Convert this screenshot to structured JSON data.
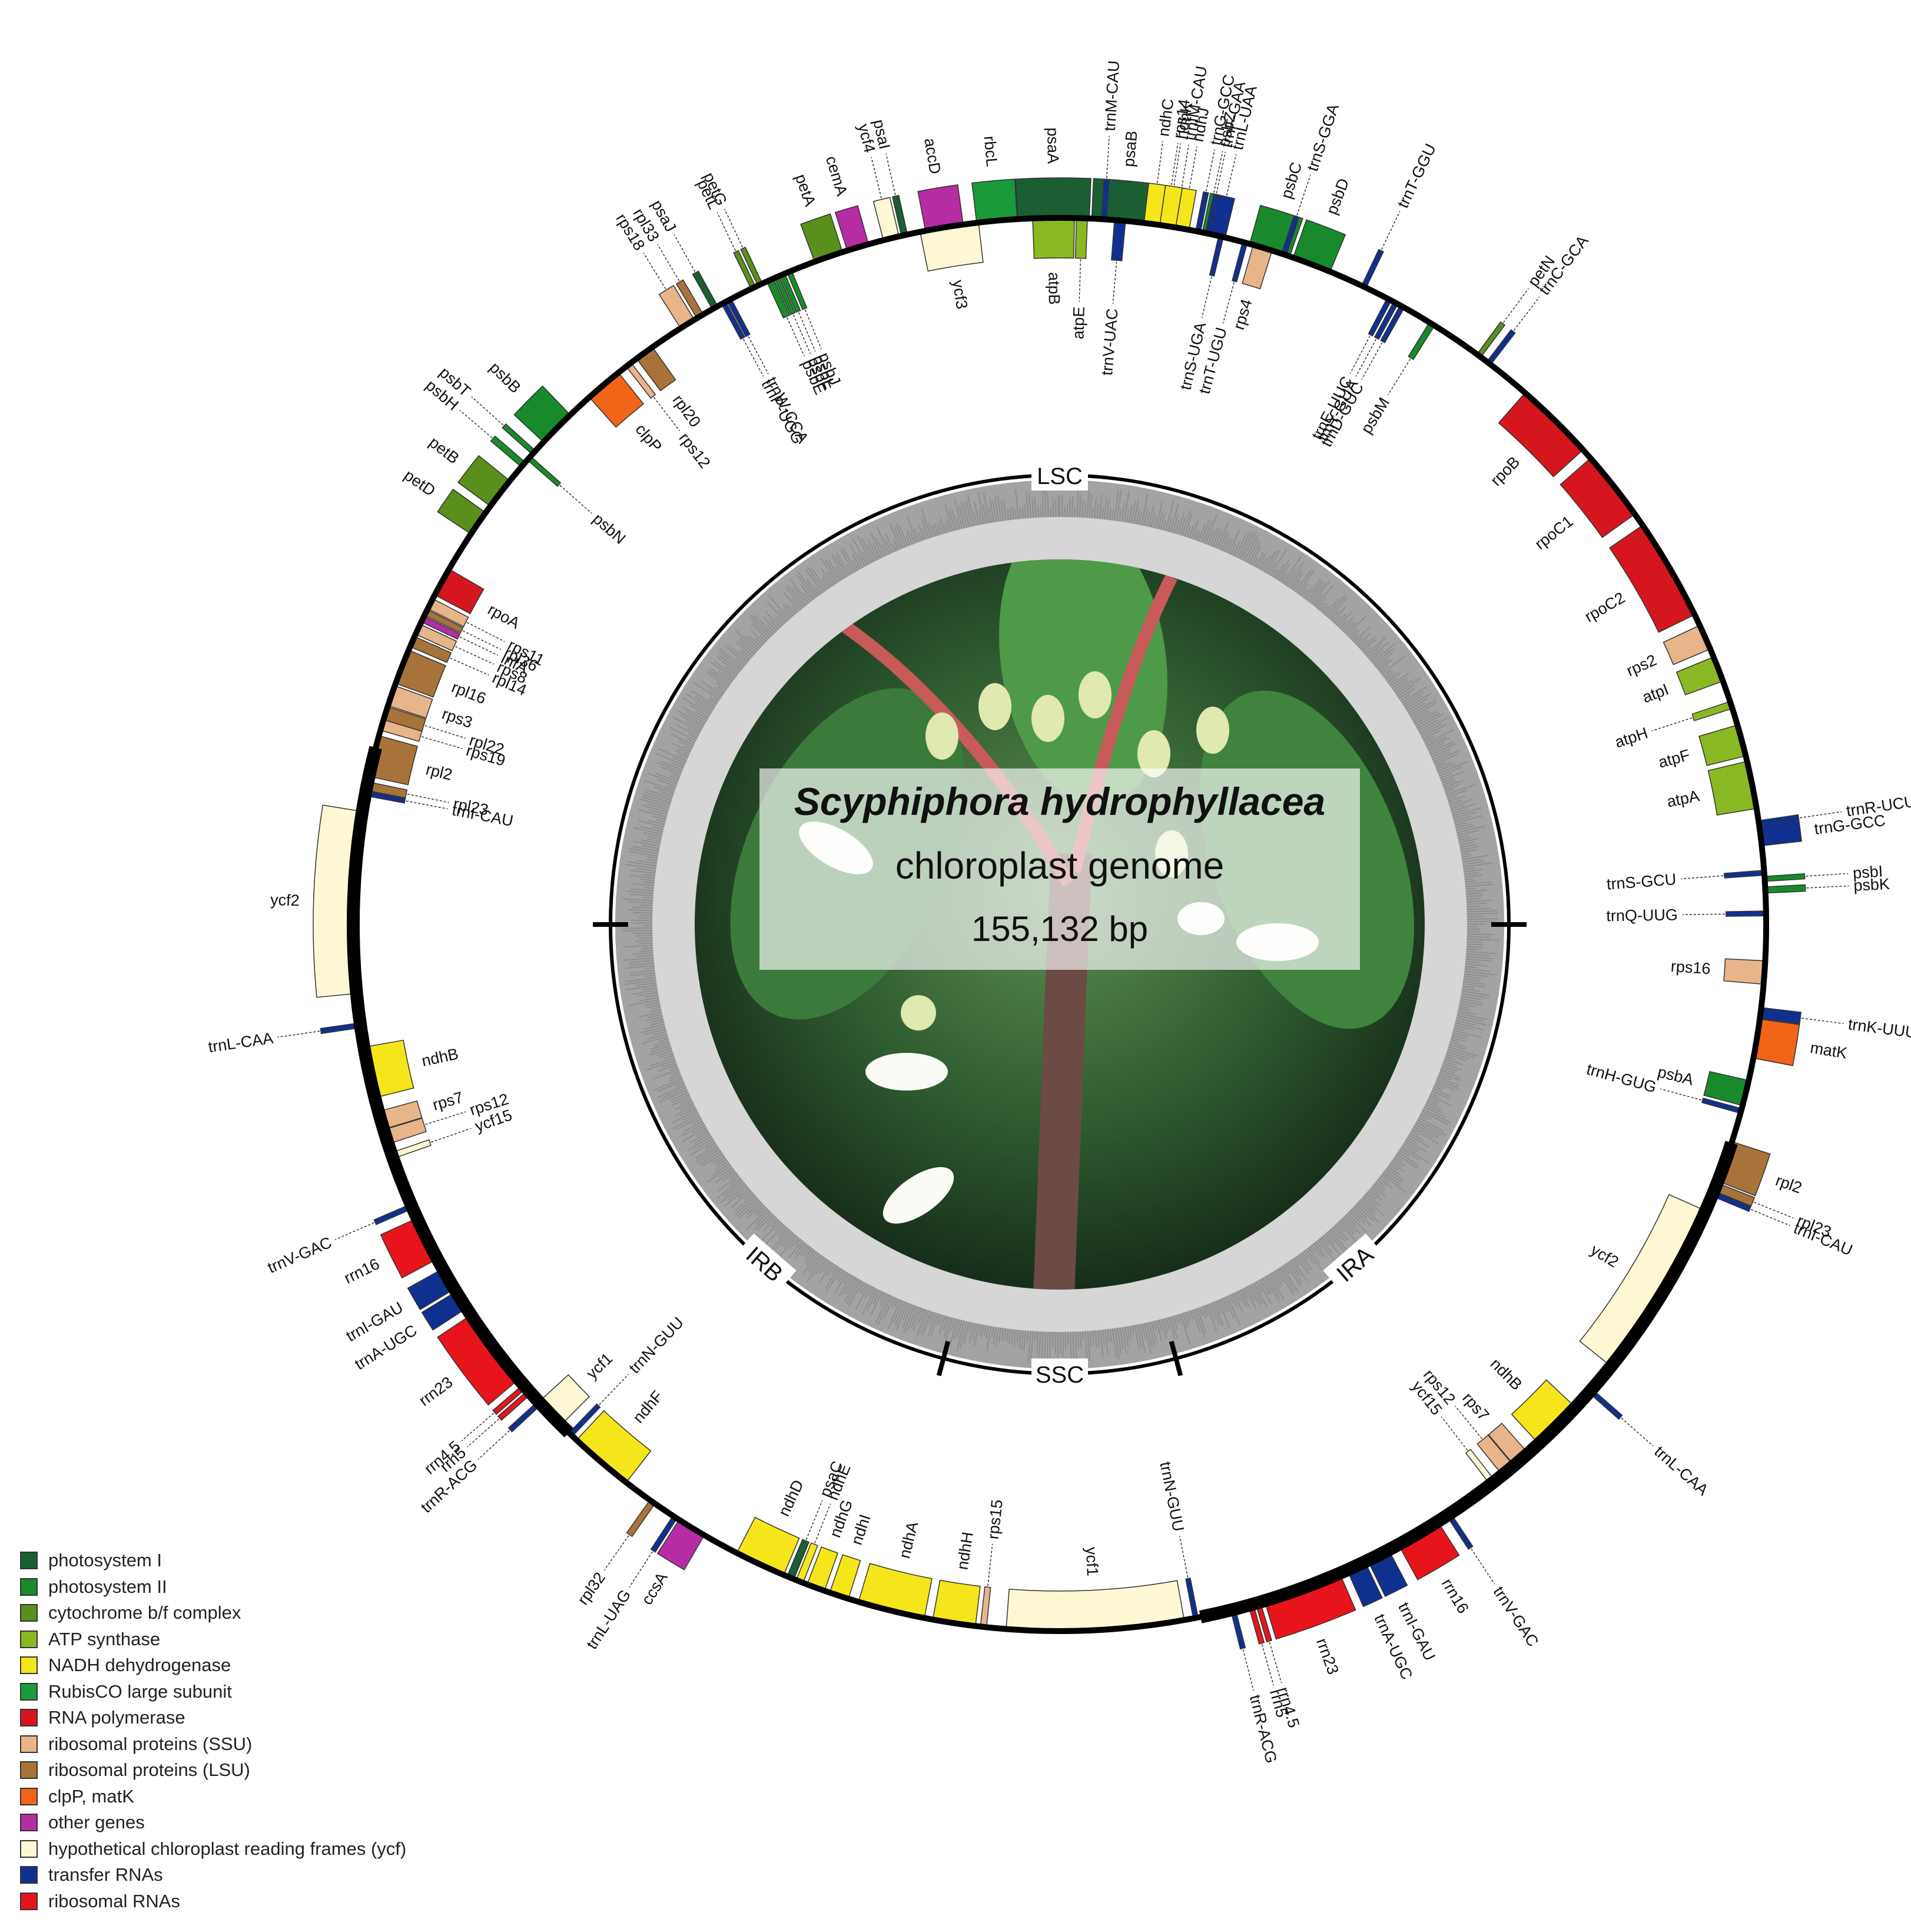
{
  "title": {
    "species": "Scyphiphora hydrophyllacea",
    "subtitle": "chloroplast genome",
    "length": "155,132 bp"
  },
  "regions": {
    "lsc": "LSC",
    "ssc": "SSC",
    "ira": "IRA",
    "irb": "IRB"
  },
  "legend": [
    {
      "category": "photosystem I",
      "color": "#1b5e33"
    },
    {
      "category": "photosystem II",
      "color": "#188a2b"
    },
    {
      "category": "cytochrome b/f complex",
      "color": "#5a8f1c"
    },
    {
      "category": "ATP synthase",
      "color": "#8ab822"
    },
    {
      "category": "NADH dehydrogenase",
      "color": "#f5e61b"
    },
    {
      "category": "RubisCO large subunit",
      "color": "#1a9a3a"
    },
    {
      "category": "RNA polymerase",
      "color": "#d6161f"
    },
    {
      "category": "ribosomal proteins (SSU)",
      "color": "#e8b48a"
    },
    {
      "category": "ribosomal proteins (LSU)",
      "color": "#a8733a"
    },
    {
      "category": "clpP, matK",
      "color": "#f26418"
    },
    {
      "category": "other genes",
      "color": "#b62da3"
    },
    {
      "category": "hypothetical chloroplast reading frames (ycf)",
      "color": "#fdf7d3"
    },
    {
      "category": "transfer RNAs",
      "color": "#10308f"
    },
    {
      "category": "ribosomal RNAs",
      "color": "#e8141c"
    }
  ],
  "genes": [
    {
      "name": "ycf3",
      "cat": 11,
      "angle": -9,
      "arc": 4.8,
      "side": "in"
    },
    {
      "name": "psaA",
      "cat": 0,
      "angle": -0.5,
      "arc": 5.8,
      "side": "out"
    },
    {
      "name": "psaB",
      "cat": 0,
      "angle": 5.2,
      "arc": 5.2,
      "side": "out"
    },
    {
      "name": "rps14",
      "cat": 7,
      "angle": 8.6,
      "arc": 0.9,
      "side": "out"
    },
    {
      "name": "trnfM-CAU",
      "cat": 12,
      "angle": 9.4,
      "arc": 0.4,
      "side": "out"
    },
    {
      "name": "trnG-GCC",
      "cat": 12,
      "angle": 11.3,
      "arc": 0.4,
      "side": "out"
    },
    {
      "name": "psbZ",
      "cat": 1,
      "angle": 11.9,
      "arc": 0.5,
      "side": "out"
    },
    {
      "name": "trnS-UGA",
      "cat": 12,
      "angle": 13.2,
      "arc": 0.4,
      "side": "in"
    },
    {
      "name": "psbC",
      "cat": 1,
      "angle": 17.3,
      "arc": 3.4,
      "side": "out"
    },
    {
      "name": "psbD",
      "cat": 1,
      "angle": 20.9,
      "arc": 3.2,
      "side": "out"
    },
    {
      "name": "trnT-GGU",
      "cat": 12,
      "angle": 25.5,
      "arc": 0.4,
      "side": "out"
    },
    {
      "name": "trnE-UUC",
      "cat": 12,
      "angle": 27.8,
      "arc": 0.4,
      "side": "in"
    },
    {
      "name": "trnY-GUA",
      "cat": 12,
      "angle": 28.4,
      "arc": 0.4,
      "side": "in"
    },
    {
      "name": "trnD-GUC",
      "cat": 12,
      "angle": 29,
      "arc": 0.4,
      "side": "in"
    },
    {
      "name": "psbM",
      "cat": 1,
      "angle": 31.8,
      "arc": 0.5,
      "side": "in"
    },
    {
      "name": "petN",
      "cat": 2,
      "angle": 36.4,
      "arc": 0.4,
      "side": "out"
    },
    {
      "name": "trnC-GCA",
      "cat": 12,
      "angle": 37.4,
      "arc": 0.4,
      "side": "out"
    },
    {
      "name": "rpoB",
      "cat": 6,
      "angle": 44.5,
      "arc": 6.6,
      "side": "in"
    },
    {
      "name": "rpoC1",
      "cat": 6,
      "angle": 51.6,
      "arc": 5.8,
      "side": "in"
    },
    {
      "name": "rpoC2",
      "cat": 6,
      "angle": 59.8,
      "arc": 8.4,
      "side": "in"
    },
    {
      "name": "rps2",
      "cat": 7,
      "angle": 66,
      "arc": 2.1,
      "side": "in"
    },
    {
      "name": "atpI",
      "cat": 3,
      "angle": 68.8,
      "arc": 2.1,
      "side": "in"
    },
    {
      "name": "atpH",
      "cat": 3,
      "angle": 71.9,
      "arc": 0.6,
      "side": "in"
    },
    {
      "name": "atpF",
      "cat": 3,
      "angle": 74.9,
      "arc": 2.6,
      "side": "in"
    },
    {
      "name": "atpA",
      "cat": 3,
      "angle": 78.6,
      "arc": 3.9,
      "side": "in"
    },
    {
      "name": "trnR-UCU",
      "cat": 12,
      "angle": 81.8,
      "arc": 0.5,
      "side": "out"
    },
    {
      "name": "trnG-GCC",
      "cat": 12,
      "angle": 82.8,
      "arc": 1.6,
      "side": "out"
    },
    {
      "name": "trnS-GCU",
      "cat": 12,
      "angle": 85.8,
      "arc": 0.4,
      "side": "in"
    },
    {
      "name": "psbI",
      "cat": 1,
      "angle": 86.3,
      "arc": 0.4,
      "side": "out"
    },
    {
      "name": "psbK",
      "cat": 1,
      "angle": 87.2,
      "arc": 0.5,
      "side": "out"
    },
    {
      "name": "trnQ-UUG",
      "cat": 12,
      "angle": 89.1,
      "arc": 0.4,
      "side": "in"
    },
    {
      "name": "rps16",
      "cat": 7,
      "angle": 93.9,
      "arc": 1.9,
      "side": "in"
    },
    {
      "name": "trnK-UUU",
      "cat": 12,
      "angle": 97.2,
      "arc": 0.9,
      "side": "out"
    },
    {
      "name": "matK",
      "cat": 9,
      "angle": 99.3,
      "arc": 3.2,
      "side": "out"
    },
    {
      "name": "psbA",
      "cat": 1,
      "angle": 103.8,
      "arc": 2.1,
      "side": "in"
    },
    {
      "name": "trnH-GUG",
      "cat": 12,
      "angle": 105.3,
      "arc": 0.4,
      "side": "in"
    },
    {
      "name": "rpl2",
      "cat": 8,
      "angle": 109.6,
      "arc": 3.4,
      "side": "out"
    },
    {
      "name": "rpl23",
      "cat": 8,
      "angle": 111.8,
      "arc": 0.7,
      "side": "out"
    },
    {
      "name": "trnI-CAU",
      "cat": 12,
      "angle": 112.4,
      "arc": 0.4,
      "side": "out"
    },
    {
      "name": "ycf2",
      "cat": 11,
      "angle": 121.3,
      "arc": 14.8,
      "side": "in"
    },
    {
      "name": "trnL-CAA",
      "cat": 12,
      "angle": 131.3,
      "arc": 0.4,
      "side": "out"
    },
    {
      "name": "ndhB",
      "cat": 4,
      "angle": 135.2,
      "arc": 4.2,
      "side": "in"
    },
    {
      "name": "rps7",
      "cat": 7,
      "angle": 139.2,
      "arc": 1.5,
      "side": "in"
    },
    {
      "name": "rps12",
      "cat": 7,
      "angle": 140.6,
      "arc": 1.2,
      "side": "in"
    },
    {
      "name": "ycf15",
      "cat": 11,
      "angle": 142.2,
      "arc": 0.5,
      "side": "in"
    },
    {
      "name": "trnV-GAC",
      "cat": 12,
      "angle": 146.6,
      "arc": 0.4,
      "side": "out"
    },
    {
      "name": "rrn16",
      "cat": 13,
      "angle": 149.5,
      "arc": 3.7,
      "side": "out"
    },
    {
      "name": "trnI-GAU",
      "cat": 12,
      "angle": 153.2,
      "arc": 1.9,
      "side": "out"
    },
    {
      "name": "trnA-UGC",
      "cat": 12,
      "angle": 155.2,
      "arc": 1.6,
      "side": "out"
    },
    {
      "name": "rrn23",
      "cat": 13,
      "angle": 159.9,
      "arc": 6.5,
      "side": "out"
    },
    {
      "name": "rrn4.5",
      "cat": 13,
      "angle": 163.7,
      "arc": 0.4,
      "side": "out"
    },
    {
      "name": "rrn5",
      "cat": 13,
      "angle": 164.3,
      "arc": 0.4,
      "side": "out"
    },
    {
      "name": "trnR-ACG",
      "cat": 12,
      "angle": 165.8,
      "arc": 0.4,
      "side": "out"
    },
    {
      "name": "trnN-GUU",
      "cat": 12,
      "angle": 168.9,
      "arc": 0.4,
      "side": "in"
    },
    {
      "name": "ycf1",
      "cat": 11,
      "angle": 177.1,
      "arc": 14.5,
      "side": "in"
    },
    {
      "name": "rps15",
      "cat": 7,
      "angle": 186.2,
      "arc": 0.5,
      "side": "in"
    },
    {
      "name": "ndhH",
      "cat": 4,
      "angle": 188.6,
      "arc": 3.5,
      "side": "in"
    },
    {
      "name": "ndhA",
      "cat": 4,
      "angle": 193.8,
      "arc": 5.5,
      "side": "in"
    },
    {
      "name": "ndhI",
      "cat": 4,
      "angle": 198.2,
      "arc": 1.6,
      "side": "in"
    },
    {
      "name": "ndhG",
      "cat": 4,
      "angle": 200.2,
      "arc": 1.5,
      "side": "in"
    },
    {
      "name": "ndhE",
      "cat": 4,
      "angle": 201.6,
      "arc": 0.6,
      "side": "in"
    },
    {
      "name": "psaC",
      "cat": 0,
      "angle": 202.4,
      "arc": 0.6,
      "side": "in"
    },
    {
      "name": "ndhD",
      "cat": 4,
      "angle": 205.1,
      "arc": 4.2,
      "side": "in"
    },
    {
      "name": "ccsA",
      "cat": 10,
      "angle": 211.4,
      "arc": 2.4,
      "side": "out"
    },
    {
      "name": "trnL-UAG",
      "cat": 12,
      "angle": 213,
      "arc": 0.4,
      "side": "out"
    },
    {
      "name": "rpl32",
      "cat": 8,
      "angle": 215.2,
      "arc": 0.5,
      "side": "out"
    },
    {
      "name": "ndhF",
      "cat": 4,
      "angle": 220.5,
      "arc": 5.3,
      "side": "in"
    },
    {
      "name": "trnN-GUU",
      "cat": 12,
      "angle": 223.8,
      "arc": 0.4,
      "side": "in"
    },
    {
      "name": "ycf1",
      "cat": 11,
      "angle": 226.2,
      "arc": 2.6,
      "side": "in"
    },
    {
      "name": "trnR-ACG",
      "cat": 12,
      "angle": 227.4,
      "arc": 0.4,
      "side": "out"
    },
    {
      "name": "rrn5",
      "cat": 13,
      "angle": 228.6,
      "arc": 0.4,
      "side": "out"
    },
    {
      "name": "rrn4.5",
      "cat": 13,
      "angle": 229.2,
      "arc": 0.4,
      "side": "out"
    },
    {
      "name": "rrn23",
      "cat": 13,
      "angle": 233.2,
      "arc": 6.5,
      "side": "out"
    },
    {
      "name": "trnA-UGC",
      "cat": 12,
      "angle": 237.9,
      "arc": 1.6,
      "side": "out"
    },
    {
      "name": "trnI-GAU",
      "cat": 12,
      "angle": 239.9,
      "arc": 1.9,
      "side": "out"
    },
    {
      "name": "rrn16",
      "cat": 13,
      "angle": 243.6,
      "arc": 3.7,
      "side": "out"
    },
    {
      "name": "trnV-GAC",
      "cat": 12,
      "angle": 246.5,
      "arc": 0.4,
      "side": "out"
    },
    {
      "name": "ycf15",
      "cat": 11,
      "angle": 250.9,
      "arc": 0.5,
      "side": "in"
    },
    {
      "name": "rps12",
      "cat": 7,
      "angle": 252.5,
      "arc": 1.2,
      "side": "in"
    },
    {
      "name": "rps7",
      "cat": 7,
      "angle": 253.9,
      "arc": 1.5,
      "side": "in"
    },
    {
      "name": "ndhB",
      "cat": 4,
      "angle": 257.9,
      "arc": 4.2,
      "side": "in"
    },
    {
      "name": "trnL-CAA",
      "cat": 12,
      "angle": 261.8,
      "arc": 0.4,
      "side": "out"
    },
    {
      "name": "ycf2",
      "cat": 11,
      "angle": 271.8,
      "arc": 14.8,
      "side": "out"
    },
    {
      "name": "trnI-CAU",
      "cat": 12,
      "angle": 280.7,
      "arc": 0.4,
      "side": "in"
    },
    {
      "name": "rpl23",
      "cat": 8,
      "angle": 281.3,
      "arc": 0.7,
      "side": "in"
    },
    {
      "name": "rpl2",
      "cat": 8,
      "angle": 283.8,
      "arc": 3.4,
      "side": "in"
    },
    {
      "name": "rps19",
      "cat": 7,
      "angle": 286.4,
      "arc": 0.9,
      "side": "in"
    },
    {
      "name": "rpl22",
      "cat": 8,
      "angle": 287.4,
      "arc": 1.1,
      "side": "in"
    },
    {
      "name": "rps3",
      "cat": 7,
      "angle": 288.9,
      "arc": 1.7,
      "side": "in"
    },
    {
      "name": "rpl16",
      "cat": 8,
      "angle": 291.4,
      "arc": 2.9,
      "side": "in"
    },
    {
      "name": "rpl14",
      "cat": 8,
      "angle": 293.6,
      "arc": 0.9,
      "side": "in"
    },
    {
      "name": "rps8",
      "cat": 7,
      "angle": 294.7,
      "arc": 0.9,
      "side": "in"
    },
    {
      "name": "infA",
      "cat": 10,
      "angle": 295.6,
      "arc": 0.5,
      "side": "in"
    },
    {
      "name": "rpl36",
      "cat": 8,
      "angle": 296.2,
      "arc": 0.5,
      "side": "in"
    },
    {
      "name": "rps11",
      "cat": 7,
      "angle": 297,
      "arc": 0.9,
      "side": "in"
    },
    {
      "name": "rpoA",
      "cat": 6,
      "angle": 299,
      "arc": 2.4,
      "side": "in"
    },
    {
      "name": "petD",
      "cat": 2,
      "angle": 304.6,
      "arc": 2.1,
      "side": "out"
    },
    {
      "name": "petB",
      "cat": 2,
      "angle": 307.6,
      "arc": 2.6,
      "side": "out"
    },
    {
      "name": "psbH",
      "cat": 1,
      "angle": 310.6,
      "arc": 0.5,
      "side": "out"
    },
    {
      "name": "psbN",
      "cat": 1,
      "angle": 311.3,
      "arc": 0.4,
      "side": "in"
    },
    {
      "name": "psbT",
      "cat": 1,
      "angle": 311.9,
      "arc": 0.4,
      "side": "out"
    },
    {
      "name": "psbB",
      "cat": 1,
      "angle": 314.6,
      "arc": 3.1,
      "side": "out"
    },
    {
      "name": "clpP",
      "cat": 9,
      "angle": 319.8,
      "arc": 3.1,
      "side": "in"
    },
    {
      "name": "rps12",
      "cat": 7,
      "angle": 322.4,
      "arc": 0.5,
      "side": "in"
    },
    {
      "name": "rpl20",
      "cat": 8,
      "angle": 324,
      "arc": 1.6,
      "side": "in"
    },
    {
      "name": "rps18",
      "cat": 7,
      "angle": 328.2,
      "arc": 1.3,
      "side": "out"
    },
    {
      "name": "rpl33",
      "cat": 8,
      "angle": 329.4,
      "arc": 0.6,
      "side": "out"
    },
    {
      "name": "psaJ",
      "cat": 0,
      "angle": 330.8,
      "arc": 0.5,
      "side": "out"
    },
    {
      "name": "trnP-UGG",
      "cat": 12,
      "angle": 331.6,
      "arc": 0.4,
      "side": "in"
    },
    {
      "name": "trnW-CCA",
      "cat": 12,
      "angle": 332.1,
      "arc": 0.4,
      "side": "in"
    },
    {
      "name": "petL",
      "cat": 2,
      "angle": 334.3,
      "arc": 0.4,
      "side": "out"
    },
    {
      "name": "petG",
      "cat": 2,
      "angle": 334.9,
      "arc": 0.4,
      "side": "out"
    },
    {
      "name": "psbE",
      "cat": 1,
      "angle": 335.8,
      "arc": 0.6,
      "side": "in"
    },
    {
      "name": "psbF",
      "cat": 1,
      "angle": 336.4,
      "arc": 0.4,
      "side": "in"
    },
    {
      "name": "psbL",
      "cat": 1,
      "angle": 336.9,
      "arc": 0.4,
      "side": "in"
    },
    {
      "name": "psbJ",
      "cat": 1,
      "angle": 337.5,
      "arc": 0.4,
      "side": "in"
    },
    {
      "name": "petA",
      "cat": 2,
      "angle": 340.9,
      "arc": 2.4,
      "side": "out"
    },
    {
      "name": "cemA",
      "cat": 10,
      "angle": 343.4,
      "arc": 1.8,
      "side": "out"
    },
    {
      "name": "ycf4",
      "cat": 11,
      "angle": 346.2,
      "arc": 1.3,
      "side": "out"
    },
    {
      "name": "psaI",
      "cat": 0,
      "angle": 347.3,
      "arc": 0.5,
      "side": "out"
    },
    {
      "name": "accD",
      "cat": 10,
      "angle": 350.6,
      "arc": 3.1,
      "side": "out"
    },
    {
      "name": "rbcL",
      "cat": 5,
      "angle": 354.9,
      "arc": 3.3,
      "side": "out"
    },
    {
      "name": "atpB",
      "cat": 3,
      "angle": 359.5,
      "arc": 3.4,
      "side": "in"
    },
    {
      "name": "atpE",
      "cat": 3,
      "angle": 1.8,
      "arc": 0.9,
      "side": "in"
    },
    {
      "name": "trnM-CAU",
      "cat": 12,
      "angle": 3.6,
      "arc": 0.4,
      "side": "out"
    },
    {
      "name": "trnV-UAC",
      "cat": 12,
      "angle": 4.9,
      "arc": 0.9,
      "side": "in"
    },
    {
      "name": "ndhC",
      "cat": 4,
      "angle": 7.5,
      "arc": 1.3,
      "side": "out"
    },
    {
      "name": "ndhK",
      "cat": 4,
      "angle": 8.8,
      "arc": 1.3,
      "side": "out"
    },
    {
      "name": "ndhJ",
      "cat": 4,
      "angle": 10,
      "arc": 1.1,
      "side": "out"
    },
    {
      "name": "trnF-GAA",
      "cat": 12,
      "angle": 12.1,
      "arc": 0.4,
      "side": "out"
    },
    {
      "name": "trnL-UAA",
      "cat": 12,
      "angle": 12.9,
      "arc": 1.3,
      "side": "out"
    },
    {
      "name": "trnT-UGU",
      "cat": 12,
      "angle": 15.2,
      "arc": 0.4,
      "side": "in"
    },
    {
      "name": "rps4",
      "cat": 7,
      "angle": 16.7,
      "arc": 1.6,
      "side": "in"
    },
    {
      "name": "trnS-GGA",
      "cat": 12,
      "angle": 18.5,
      "arc": 0.4,
      "side": "out"
    }
  ]
}
